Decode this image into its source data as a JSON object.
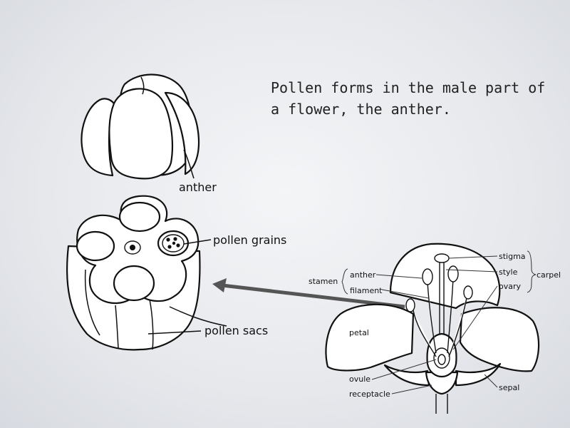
{
  "caption": {
    "line1": "Pollen forms in the male part of",
    "line2": "a flower, the anther."
  },
  "anther_diagram": {
    "label_anther": "anther",
    "label_pollen_grains": "pollen grains",
    "label_pollen_sacs": "pollen sacs"
  },
  "flower_diagram": {
    "stamen": "stamen",
    "anther": "anther",
    "filament": "filament",
    "stigma": "stigma",
    "style": "style",
    "ovary": "ovary",
    "carpel": "carpel",
    "petal": "petal",
    "ovule": "ovule",
    "receptacle": "receptacle",
    "sepal": "sepal"
  },
  "arrow": {
    "color": "#555555"
  }
}
